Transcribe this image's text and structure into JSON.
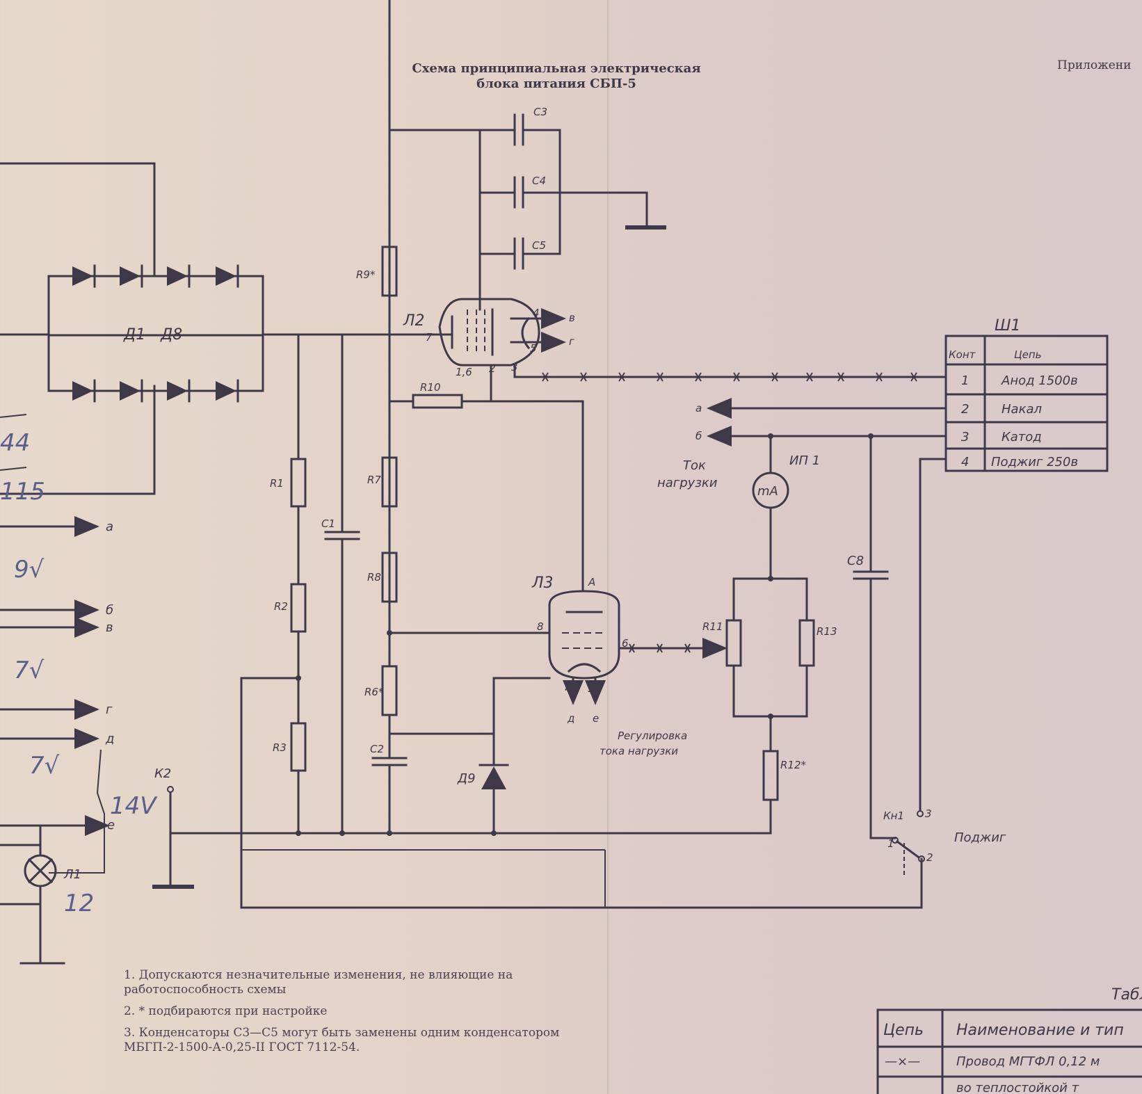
{
  "title": {
    "line1": "Схема принципиальная электрическая",
    "line2": "блока питания СБП-5"
  },
  "appendix": "Приложени",
  "components": {
    "bridge": "Д1 - Д8",
    "c1": "C1",
    "c2": "C2",
    "c3": "C3",
    "c4": "C4",
    "c5": "C5",
    "c8": "C8",
    "r1": "R1",
    "r2": "R2",
    "r3": "R3",
    "r6": "R6*",
    "r7": "R7",
    "r8": "R8",
    "r9": "R9*",
    "r10": "R10",
    "r11": "R11",
    "r12": "R12*",
    "r13": "R13",
    "l1": "Л1",
    "l2": "Л2",
    "l3": "Л3",
    "d9": "Д9",
    "k2": "К2",
    "kn1": "Кн1",
    "ip1": "ИП 1",
    "meter": "mA"
  },
  "annotations": {
    "load_current": [
      "Ток",
      "нагрузки"
    ],
    "load_regulation": [
      "Регулировка",
      "тока нагрузки"
    ],
    "ignition": "Поджиг"
  },
  "pins": {
    "l2_7": "7",
    "l2_4": "4",
    "l2_5": "5",
    "l2_16": "1,6",
    "l2_2": "2",
    "l2_3": "3",
    "l3_a": "А",
    "l3_8": "8",
    "l3_6": "6",
    "l3_4": "4",
    "l3_5": "5",
    "kn1_1": "1",
    "kn1_2": "2",
    "kn1_3": "3"
  },
  "terminals": {
    "a": "а",
    "b": "б",
    "v": "в",
    "g": "г",
    "d": "д",
    "e": "е"
  },
  "connector": {
    "name": "Ш1",
    "headers": [
      "Конт",
      "Цепь"
    ],
    "rows": [
      {
        "pin": "1",
        "circuit": "Анод 1500в"
      },
      {
        "pin": "2",
        "circuit": "Накал"
      },
      {
        "pin": "3",
        "circuit": "Катод"
      },
      {
        "pin": "4",
        "circuit": "Поджиг 250в"
      }
    ]
  },
  "handwritten": [
    "44",
    "115",
    "9√",
    "7√",
    "7√",
    "14V",
    "12"
  ],
  "notes": [
    "1. Допускаются незначительные изменения, не влияющие на работоспособность схемы",
    "2. * подбираются при настройке",
    "3. Конденсаторы С3—С5 могут быть заменены одним конденсатором МБГП-2-1500-А-0,25-II ГОСТ 7112-54."
  ],
  "table": {
    "caption": "Табл",
    "headers": [
      "Цепь",
      "Наименование и тип"
    ],
    "rows": [
      {
        "circuit_symbol": "—×—",
        "name": "Провод МГТФЛ 0,12 м"
      },
      {
        "circuit_symbol": "",
        "name": "во теплостойкой т"
      }
    ]
  }
}
